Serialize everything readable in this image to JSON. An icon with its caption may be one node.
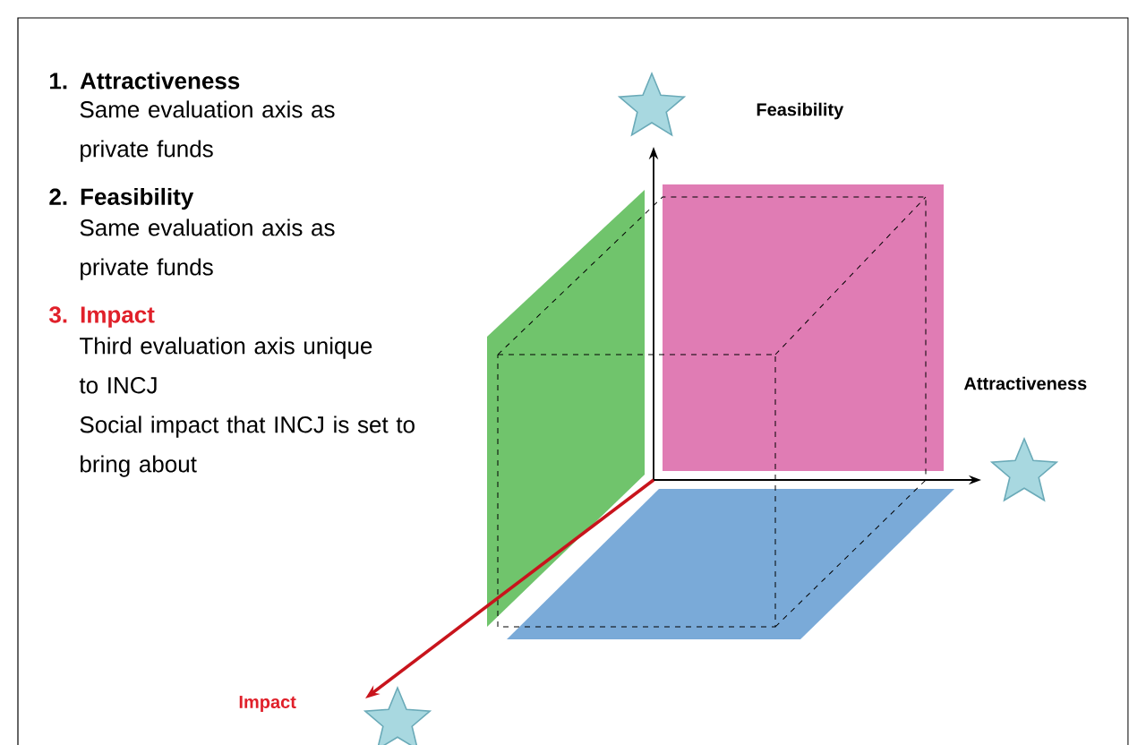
{
  "diagram": {
    "labels": [
      "1. Attractiveness",
      "Same evaluation axis as private funds",
      "2. Feasibility",
      "Same evaluation axis as private funds",
      "3. Impact",
      "Third evaluation axis unique to INCJ",
      "Social impact that INCJ is set to bring about",
      "Feasibility",
      "Attractiveness",
      "Impact"
    ]
  }
}
